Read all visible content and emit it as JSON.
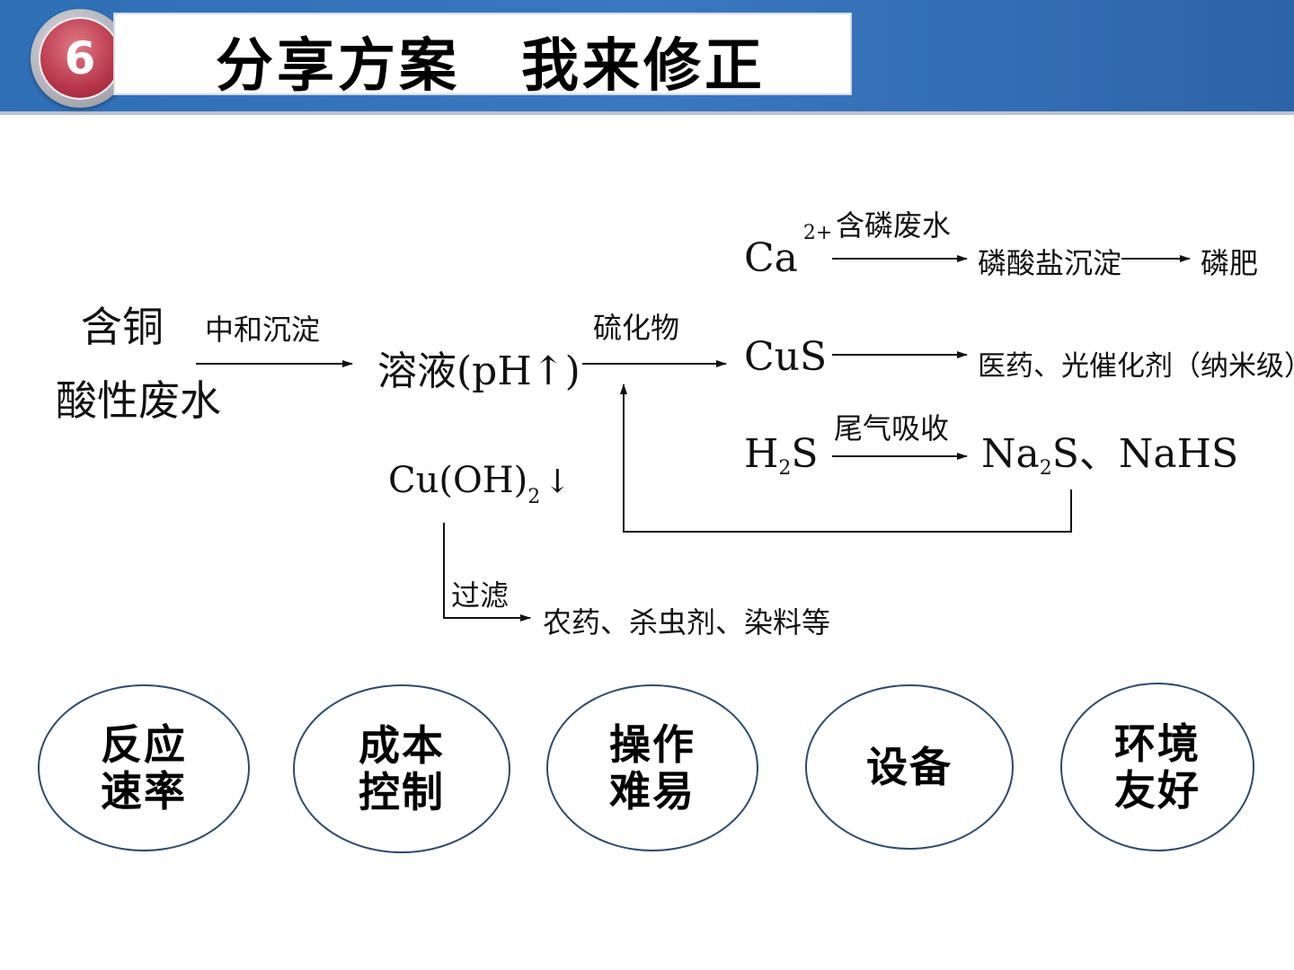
{
  "header": {
    "badge_number": "6",
    "title": "分享方案　我来修正"
  },
  "diagram": {
    "start_line1": "含铜",
    "start_line2": "酸性废水",
    "label_neutralize": "中和沉淀",
    "solution": "溶液(pH↑)",
    "cuoh2": "Cu(OH)",
    "cuoh2_sub": "2",
    "cuoh2_arrow": "↓",
    "label_filter": "过滤",
    "filter_product": "农药、杀虫剂、染料等",
    "label_sulfide": "硫化物",
    "ca": "Ca",
    "ca_sup": "2+",
    "label_phosphate_water": "含磷废水",
    "phosphate_precip": "磷酸盐沉淀",
    "fertilizer": "磷肥",
    "cus": "CuS",
    "cus_product": "医药、光催化剂（纳米级）",
    "h2s_h": "H",
    "h2s_sub": "2",
    "h2s_s": "S",
    "label_tail_gas": "尾气吸收",
    "na2s": "Na",
    "na2s_sub": "2",
    "na2s_rest": "S、NaHS"
  },
  "criteria": [
    {
      "text": "反应\n速率"
    },
    {
      "text": "成本\n控制"
    },
    {
      "text": "操作\n难易"
    },
    {
      "text": "设备"
    },
    {
      "text": "环境\n友好"
    }
  ],
  "colors": {
    "header_blue": "#3a78c0",
    "badge_red": "#b9374a",
    "oval_border": "#2e4a6b"
  }
}
